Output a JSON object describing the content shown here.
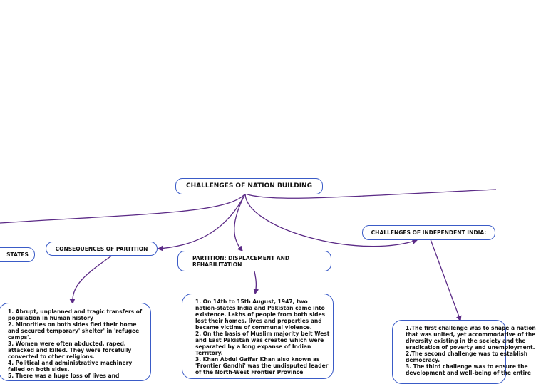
{
  "central": "CHALLENGES OF NATION BUILDING",
  "branches": {
    "states": "STATES",
    "consequences": "CONSEQUENCES OF PARTITION",
    "partition": [
      "PARTITION: DISPLACEMENT AND",
      "REHABILITATION"
    ],
    "independent": "CHALLENGES OF INDEPENDENT INDIA:"
  },
  "details": {
    "consequences": [
      "1. Abrupt, unplanned and tragic transfers of",
      "population in human history",
      "2. Minorities on both sides fled their home",
      "and secured temporary' shelter' in 'refugee",
      "camps'.",
      "3. Women were often abducted, raped,",
      "attacked and killed. They were forcefully",
      "converted to other religions.",
      "4. Political and administrative machinery",
      "failed on both sides.",
      "5. There was a huge loss of lives and"
    ],
    "partition": [
      "1. On 14th to 15th August, 1947, two",
      "nation-states India and Pakistan came into",
      "existence. Lakhs of people from both sides",
      "lost their homes, lives and properties and",
      "became victims of communal violence.",
      "2. On the basis of Muslim majority belt West",
      "and East Pakistan was created which were",
      "separated by a long expanse of Indian",
      "Territory.",
      "3. Khan Abdul Gaffar Khan also known as",
      "'Frontier Gandhi' was the undisputed leader",
      "of the North-West Frontier Province"
    ],
    "independent": [
      "1.The first challenge was to shape a nation",
      "that was united, yet accommodative of the",
      "diversity existing in the society and the",
      "eradication of poverty and unemployment.",
      "2.The second challenge was to establish",
      "democracy.",
      "3. The third challenge was to ensure the",
      "development and well-being of the entire"
    ]
  },
  "colors": {
    "link": "#5b2a86",
    "border": "#3a5bc7"
  }
}
